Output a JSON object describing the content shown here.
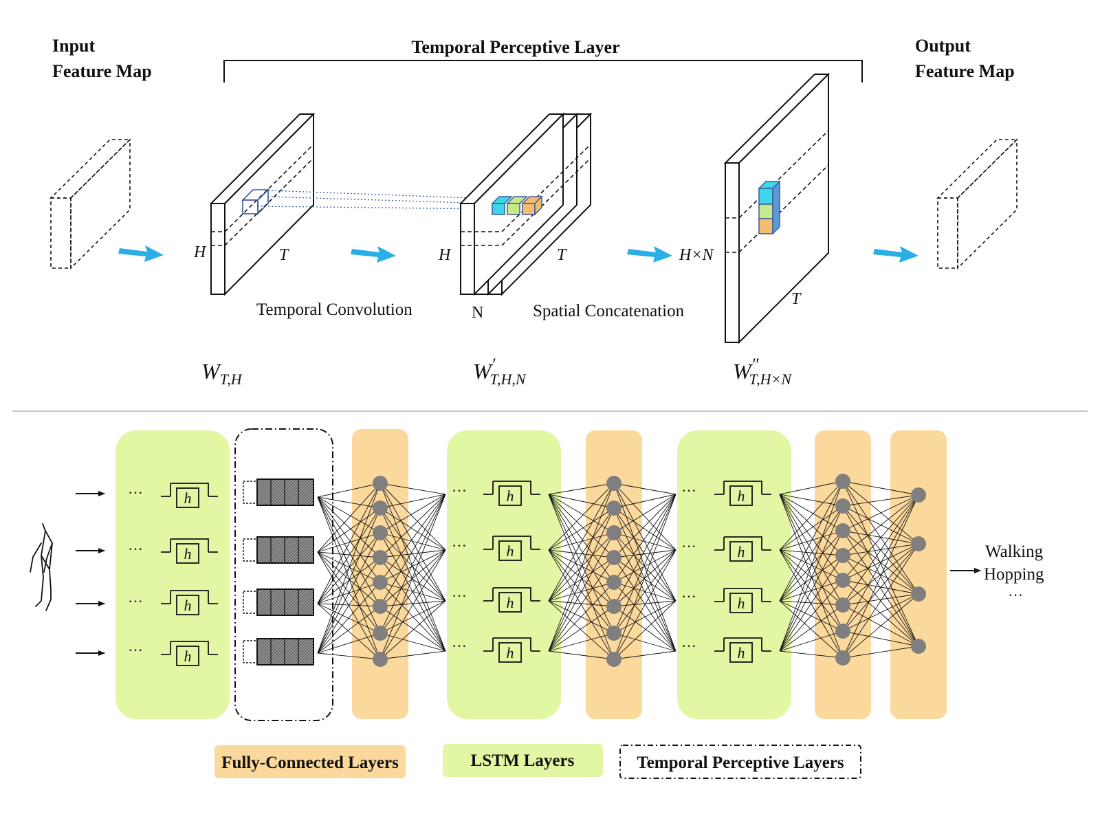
{
  "top": {
    "input_label_1": "Input",
    "input_label_2": "Feature Map",
    "bracket_title": "Temporal Perceptive Layer",
    "output_label_1": "Output",
    "output_label_2": "Feature Map",
    "h1": "H",
    "t1": "T",
    "h2": "H",
    "t2": "T",
    "n": "N",
    "hxn": "H×N",
    "t3": "T",
    "temporal_conv": "Temporal Convolution",
    "spatial_concat": "Spatial Concatenation",
    "w1_main": "W",
    "w1_sub": "T,H",
    "w2_main": "W",
    "w2_prime": "′",
    "w2_sub": "T,H,N",
    "w3_main": "W",
    "w3_prime": "″",
    "w3_sub": "T,H×N"
  },
  "bottom": {
    "cell_label": "h",
    "ellipsis": "···",
    "output_1": "Walking",
    "output_2": "Hopping",
    "output_3": "···"
  },
  "legend": {
    "fc": "Fully-Connected Layers",
    "lstm": "LSTM Layers",
    "tpl": "Temporal Perceptive Layers"
  },
  "colors": {
    "lstm_fill": "#e2f7a4",
    "fc_fill": "#fbd89c",
    "arrow_blue": "#29aee6",
    "node_gray": "#7f7f7f",
    "cube_cyan": "#3ed6e8",
    "cube_green": "#c6e98a",
    "cube_orange": "#f3bd6e"
  }
}
